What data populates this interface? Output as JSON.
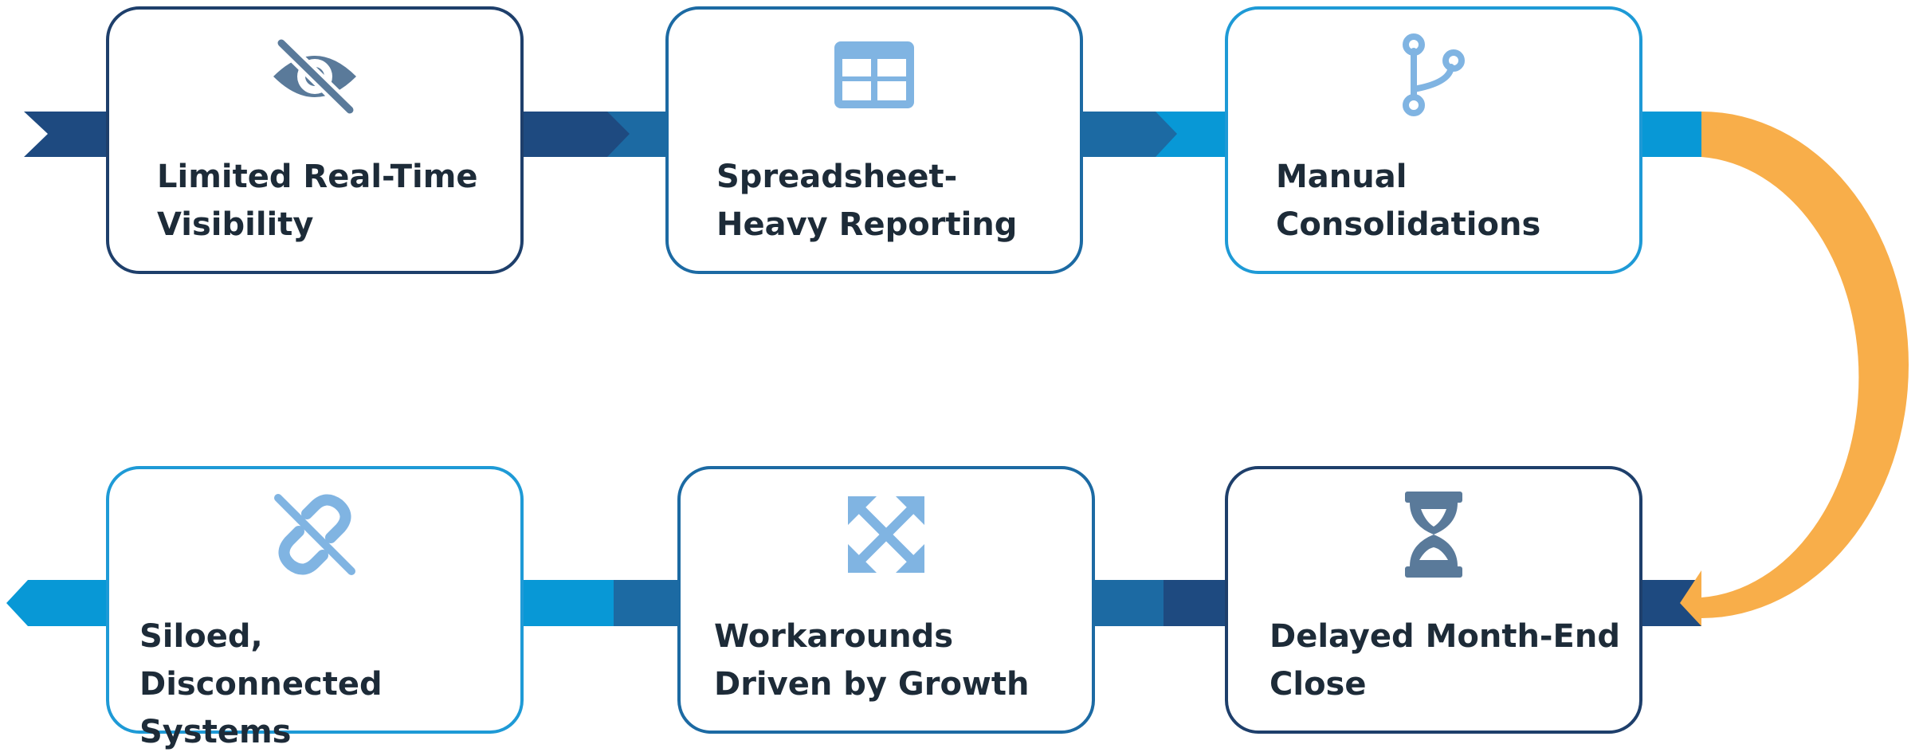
{
  "steps": [
    {
      "label": "Limited Real-Time Visibility",
      "icon": "eye-slash-icon"
    },
    {
      "label": "Spreadsheet-Heavy Reporting",
      "icon": "table-grid-icon"
    },
    {
      "label": "Manual Consolidations",
      "icon": "git-branch-icon"
    },
    {
      "label": "Delayed Month-End Close",
      "icon": "hourglass-icon"
    },
    {
      "label": "Workarounds Driven by Growth",
      "icon": "expand-arrows-icon"
    },
    {
      "label": "Siloed, Disconnected Systems",
      "icon": "unlink-icon"
    }
  ],
  "colors": {
    "dark_navy": "#1e4a80",
    "mid_blue": "#1c6aa3",
    "light_blue": "#0898d6",
    "orange": "#f8ae4a",
    "text": "#1d2b38",
    "icon_slate": "#5a7a9a",
    "icon_light": "#80b4e2"
  }
}
